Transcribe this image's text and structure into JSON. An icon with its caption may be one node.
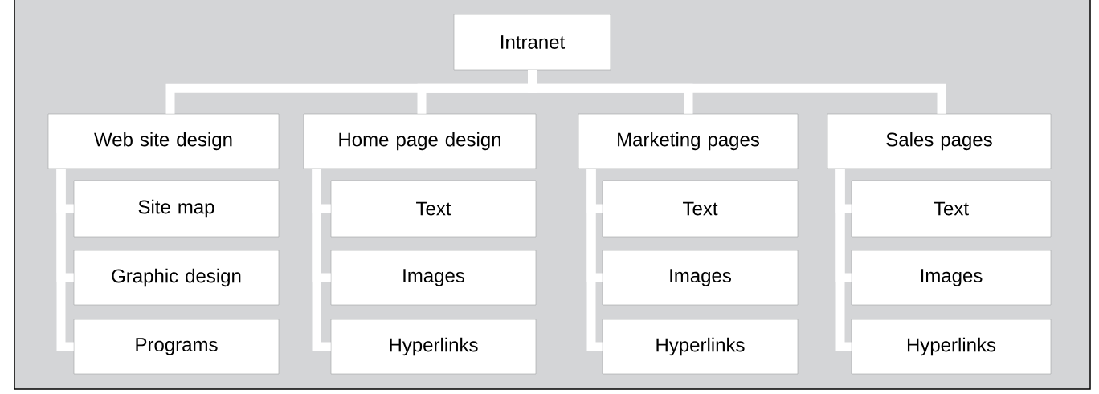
{
  "diagram": {
    "nodes": [
      {
        "text": [
          "Intranet"
        ]
      },
      {
        "text": [
          "Web site design"
        ]
      },
      {
        "text": [
          "Site map"
        ]
      },
      {
        "text": [
          "Graphic design"
        ]
      },
      {
        "text": [
          "Programs"
        ]
      },
      {
        "text": [
          "Home page design"
        ]
      },
      {
        "text": [
          "Text"
        ]
      },
      {
        "text": [
          "Images"
        ]
      },
      {
        "text": [
          "Hyperlinks"
        ]
      },
      {
        "text": [
          "Marketing pages"
        ]
      },
      {
        "text": [
          "Text"
        ]
      },
      {
        "text": [
          "Images"
        ]
      },
      {
        "text": [
          "Hyperlinks"
        ]
      },
      {
        "text": [
          "Sales pages"
        ]
      },
      {
        "text": [
          "Text"
        ]
      },
      {
        "text": [
          "Images"
        ]
      },
      {
        "text": [
          "Hyperlinks"
        ]
      }
    ],
    "edges": [
      {
        "from": 0,
        "to": 1,
        "arrow": "none"
      },
      {
        "from": 0,
        "to": 5,
        "arrow": "none"
      },
      {
        "from": 0,
        "to": 9,
        "arrow": "none"
      },
      {
        "from": 0,
        "to": 13,
        "arrow": "none"
      },
      {
        "from": 1,
        "to": 2,
        "arrow": "none"
      },
      {
        "from": 1,
        "to": 3,
        "arrow": "none"
      },
      {
        "from": 1,
        "to": 4,
        "arrow": "none"
      },
      {
        "from": 5,
        "to": 6,
        "arrow": "none"
      },
      {
        "from": 5,
        "to": 7,
        "arrow": "none"
      },
      {
        "from": 5,
        "to": 8,
        "arrow": "none"
      },
      {
        "from": 9,
        "to": 10,
        "arrow": "none"
      },
      {
        "from": 9,
        "to": 11,
        "arrow": "none"
      },
      {
        "from": 9,
        "to": 12,
        "arrow": "none"
      },
      {
        "from": 13,
        "to": 14,
        "arrow": "none"
      },
      {
        "from": 13,
        "to": 15,
        "arrow": "none"
      },
      {
        "from": 13,
        "to": 16,
        "arrow": "none"
      }
    ]
  }
}
